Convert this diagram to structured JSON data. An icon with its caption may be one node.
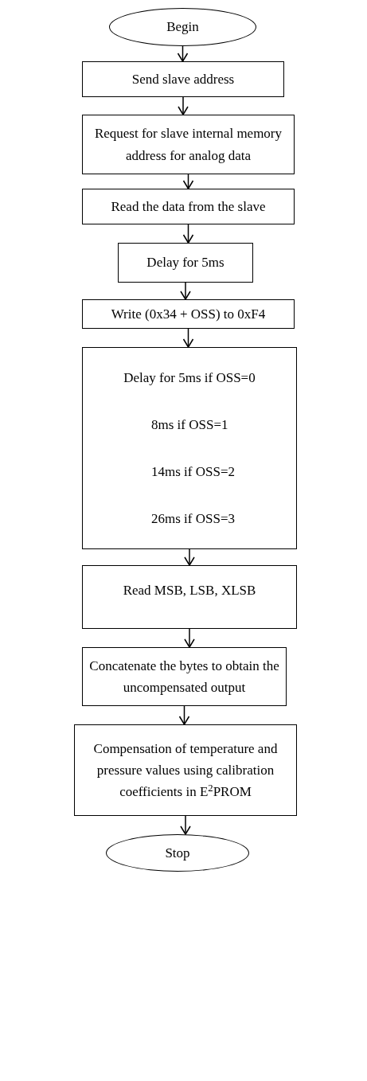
{
  "diagram": {
    "nodes": [
      {
        "text": [
          "Begin"
        ]
      },
      {
        "text": [
          "Send slave address"
        ]
      },
      {
        "text": [
          "Request for slave internal memory address for analog data"
        ]
      },
      {
        "text": [
          "Read the data from the slave"
        ]
      },
      {
        "text": [
          "Delay for 5ms"
        ]
      },
      {
        "text": [
          "Write (0x34 + OSS) to 0xF4"
        ]
      },
      {
        "text": [
          "Delay for 5ms if OSS=0",
          "8ms if OSS=1",
          "14ms if OSS=2",
          "26ms if OSS=3"
        ]
      },
      {
        "text": [
          "Read MSB, LSB, XLSB"
        ]
      },
      {
        "text": [
          "Concatenate the bytes to obtain the uncompensated output"
        ]
      },
      {
        "text": [
          "Compensation of temperature and pressure values using calibration coefficients in E$^{2}$PROM"
        ]
      },
      {
        "text": [
          "Stop"
        ]
      }
    ],
    "edges": [
      {
        "from": 0,
        "to": 1,
        "arrow": "to"
      },
      {
        "from": 1,
        "to": 2,
        "arrow": "to"
      },
      {
        "from": 2,
        "to": 3,
        "arrow": "to"
      },
      {
        "from": 3,
        "to": 4,
        "arrow": "to"
      },
      {
        "from": 4,
        "to": 5,
        "arrow": "to"
      },
      {
        "from": 5,
        "to": 6,
        "arrow": "to"
      },
      {
        "from": 6,
        "to": 7,
        "arrow": "to"
      },
      {
        "from": 7,
        "to": 8,
        "arrow": "to"
      },
      {
        "from": 8,
        "to": 9,
        "arrow": "to"
      },
      {
        "from": 9,
        "to": 10,
        "arrow": "to"
      }
    ]
  }
}
